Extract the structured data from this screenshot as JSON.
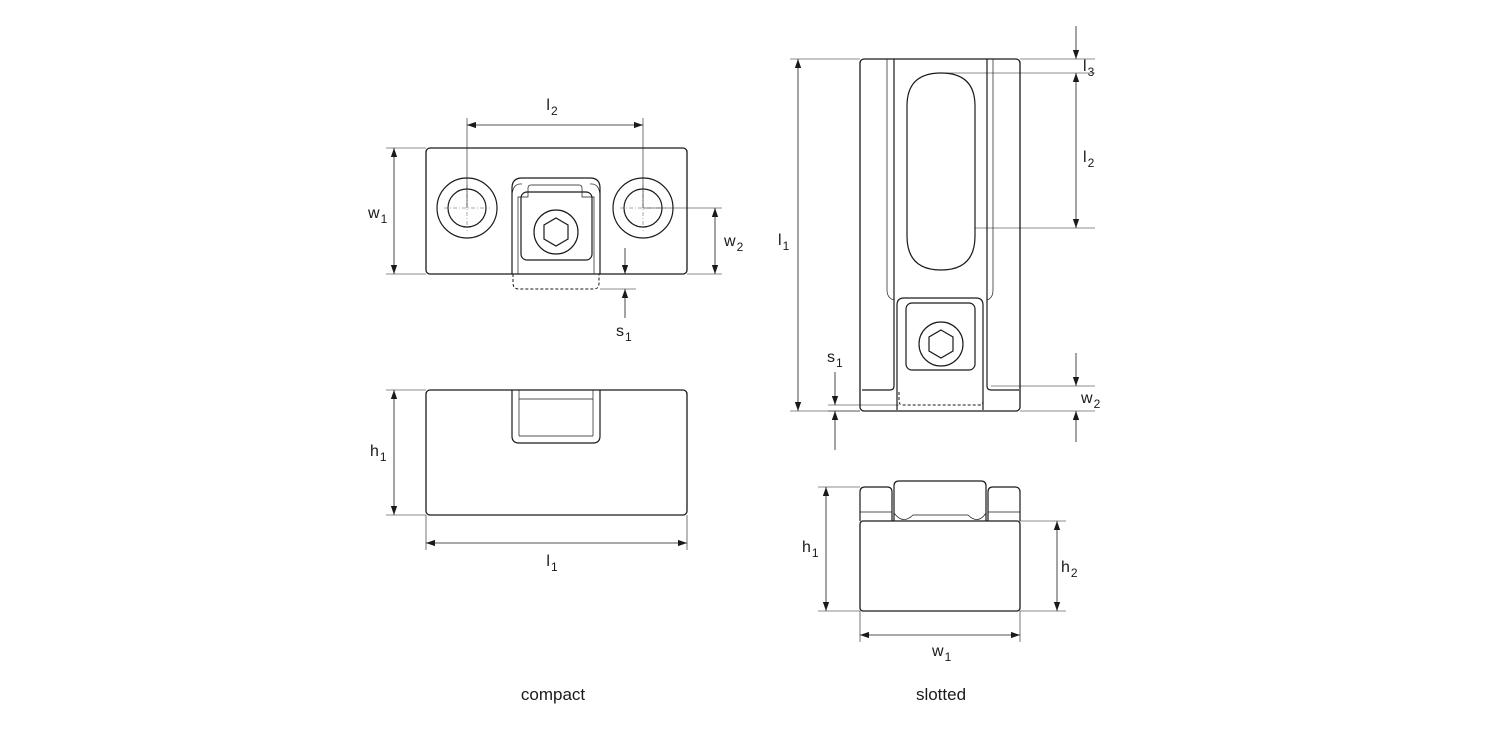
{
  "compact": {
    "caption": "compact",
    "top_view": {
      "dims": {
        "l2": {
          "main": "l",
          "sub": "2"
        },
        "w1": {
          "main": "w",
          "sub": "1"
        },
        "w2": {
          "main": "w",
          "sub": "2"
        },
        "s1": {
          "main": "s",
          "sub": "1"
        }
      }
    },
    "side_view": {
      "dims": {
        "h1": {
          "main": "h",
          "sub": "1"
        },
        "l1": {
          "main": "l",
          "sub": "1"
        }
      }
    }
  },
  "slotted": {
    "caption": "slotted",
    "top_view": {
      "dims": {
        "l3": {
          "main": "l",
          "sub": "3"
        },
        "l2": {
          "main": "l",
          "sub": "2"
        },
        "l1": {
          "main": "l",
          "sub": "1"
        },
        "s1": {
          "main": "s",
          "sub": "1"
        },
        "w2": {
          "main": "w",
          "sub": "2"
        }
      }
    },
    "side_view": {
      "dims": {
        "h1": {
          "main": "h",
          "sub": "1"
        },
        "h2": {
          "main": "h",
          "sub": "2"
        },
        "w1": {
          "main": "w",
          "sub": "1"
        }
      }
    }
  }
}
